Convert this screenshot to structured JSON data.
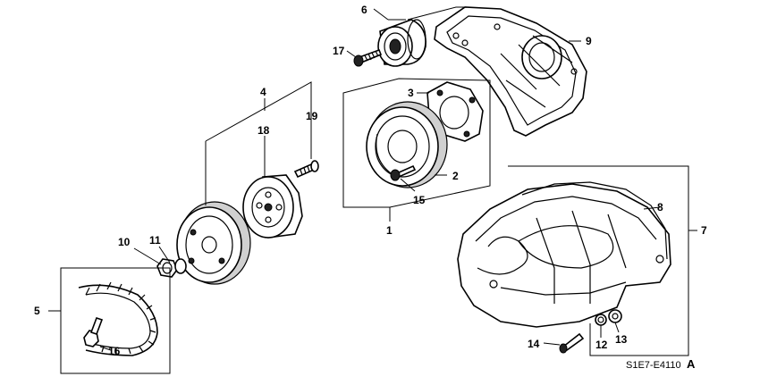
{
  "diagram": {
    "callouts": {
      "c1": "1",
      "c2": "2",
      "c3": "3",
      "c4": "4",
      "c5": "5",
      "c6": "6",
      "c7": "7",
      "c8": "8",
      "c9": "9",
      "c10": "10",
      "c11": "11",
      "c12": "12",
      "c13": "13",
      "c14": "14",
      "c15": "15",
      "c16": "16",
      "c17": "17",
      "c18": "18",
      "c19": "19"
    },
    "drawing_code": "S1E7-E4110",
    "drawing_suffix": "A"
  }
}
